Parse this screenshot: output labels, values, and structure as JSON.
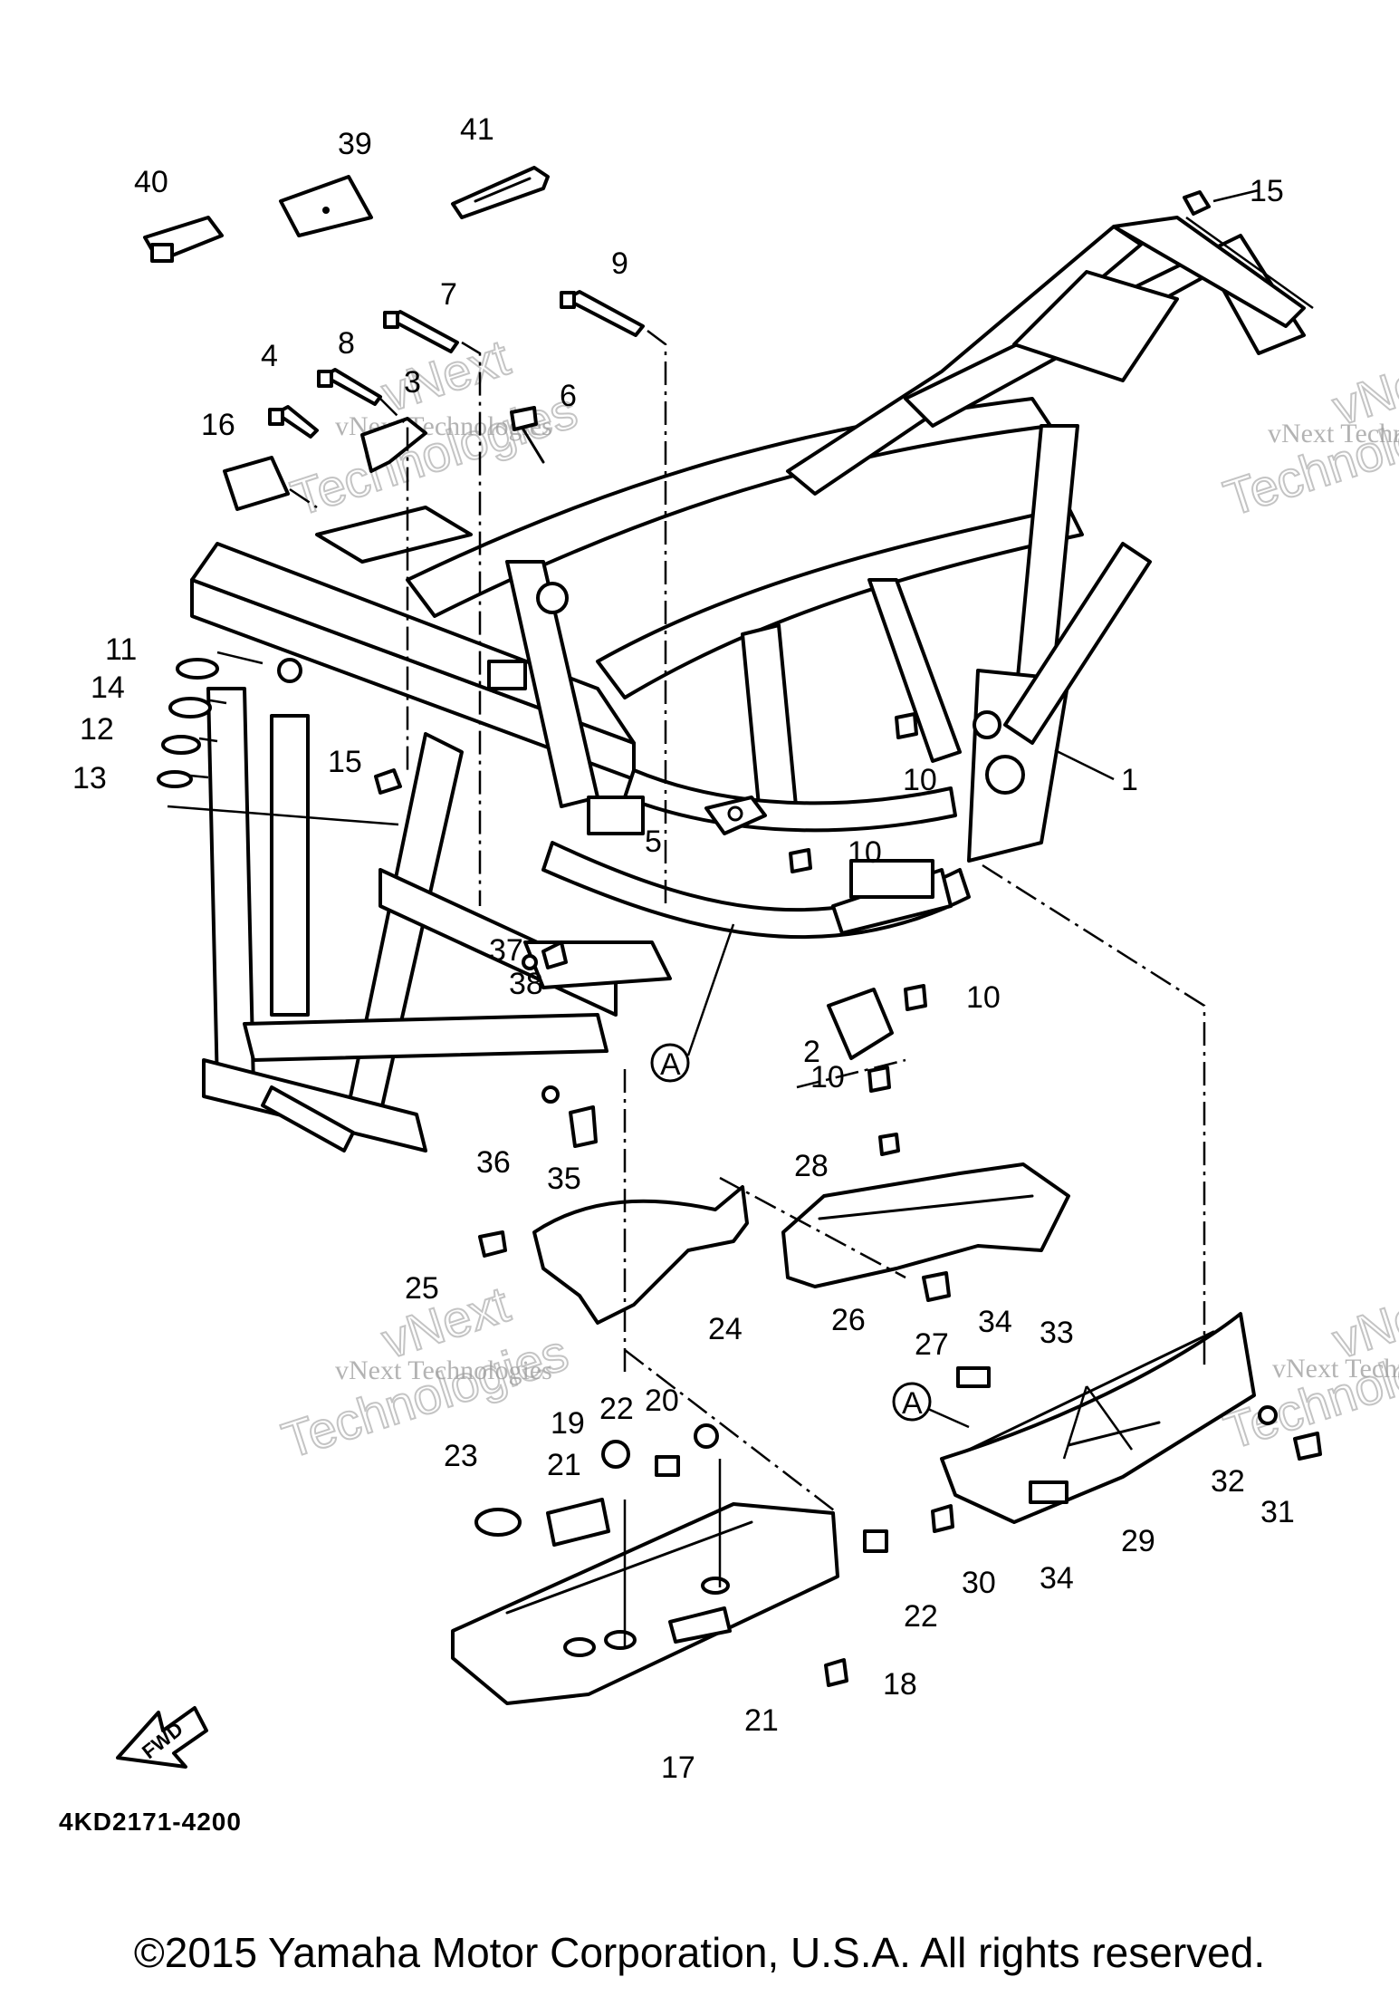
{
  "diagram_code": "4KD2171-4200",
  "fwd_label": "FWD",
  "ref_marker": "A",
  "watermark": {
    "line1": "vNext",
    "line2": "Technologies",
    "full": "vNext Technologies"
  },
  "copyright": "©2015 Yamaha Motor Corporation, U.S.A. All rights reserved.",
  "callouts": [
    {
      "id": "c1",
      "label": "1"
    },
    {
      "id": "c2",
      "label": "2"
    },
    {
      "id": "c3",
      "label": "3"
    },
    {
      "id": "c4",
      "label": "4"
    },
    {
      "id": "c5",
      "label": "5"
    },
    {
      "id": "c6",
      "label": "6"
    },
    {
      "id": "c7",
      "label": "7"
    },
    {
      "id": "c8",
      "label": "8"
    },
    {
      "id": "c9",
      "label": "9"
    },
    {
      "id": "c10a",
      "label": "10"
    },
    {
      "id": "c10b",
      "label": "10"
    },
    {
      "id": "c10c",
      "label": "10"
    },
    {
      "id": "c10d",
      "label": "10"
    },
    {
      "id": "c11",
      "label": "11"
    },
    {
      "id": "c12",
      "label": "12"
    },
    {
      "id": "c13",
      "label": "13"
    },
    {
      "id": "c14",
      "label": "14"
    },
    {
      "id": "c15a",
      "label": "15"
    },
    {
      "id": "c15b",
      "label": "15"
    },
    {
      "id": "c16",
      "label": "16"
    },
    {
      "id": "c17",
      "label": "17"
    },
    {
      "id": "c18",
      "label": "18"
    },
    {
      "id": "c19",
      "label": "19"
    },
    {
      "id": "c20",
      "label": "20"
    },
    {
      "id": "c21a",
      "label": "21"
    },
    {
      "id": "c21b",
      "label": "21"
    },
    {
      "id": "c22a",
      "label": "22"
    },
    {
      "id": "c22b",
      "label": "22"
    },
    {
      "id": "c23",
      "label": "23"
    },
    {
      "id": "c24",
      "label": "24"
    },
    {
      "id": "c25",
      "label": "25"
    },
    {
      "id": "c26",
      "label": "26"
    },
    {
      "id": "c27",
      "label": "27"
    },
    {
      "id": "c28",
      "label": "28"
    },
    {
      "id": "c29",
      "label": "29"
    },
    {
      "id": "c30",
      "label": "30"
    },
    {
      "id": "c31",
      "label": "31"
    },
    {
      "id": "c32",
      "label": "32"
    },
    {
      "id": "c33",
      "label": "33"
    },
    {
      "id": "c34a",
      "label": "34"
    },
    {
      "id": "c34b",
      "label": "34"
    },
    {
      "id": "c35",
      "label": "35"
    },
    {
      "id": "c36",
      "label": "36"
    },
    {
      "id": "c37",
      "label": "37"
    },
    {
      "id": "c38",
      "label": "38"
    },
    {
      "id": "c39",
      "label": "39"
    },
    {
      "id": "c40",
      "label": "40"
    },
    {
      "id": "c41",
      "label": "41"
    }
  ]
}
